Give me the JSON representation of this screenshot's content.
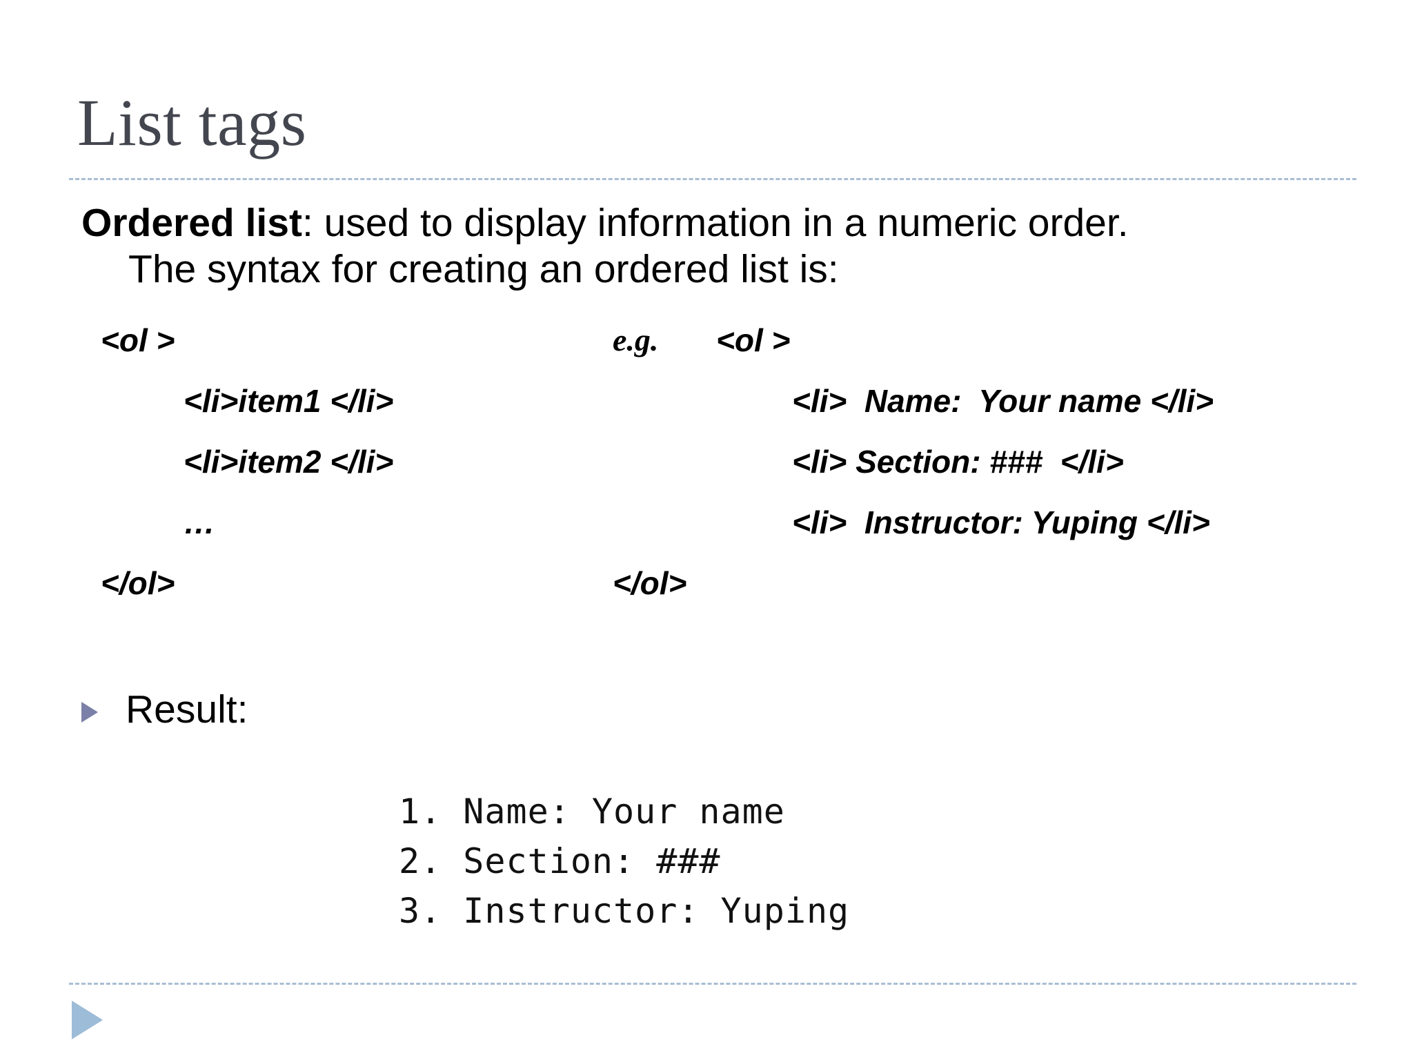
{
  "slide": {
    "title": "List tags",
    "accent_title_color": "#44464f",
    "rule_color": "#a9bed4",
    "bullet_color": "#7b80a8",
    "foot_triangle_color": "#9dbcd8"
  },
  "body": {
    "lead": "Ordered list",
    "lead_rest": ": used to display information in a numeric order.",
    "line2": "The syntax for creating an ordered list is:"
  },
  "code": {
    "eg_label": "e.g.",
    "left": {
      "open": "<ol >",
      "item1": "<li>item1 </li>",
      "item2": "<li>item2 </li>",
      "ellipsis": "…",
      "close": "</ol>"
    },
    "right": {
      "open": "<ol >",
      "item1": "<li>  Name:  Your name </li>",
      "item2": "<li> Section: ###  </li>",
      "item3": "<li>  Instructor: Yuping </li>",
      "close": "</ol>"
    }
  },
  "result": {
    "label": "Result:",
    "bullet_icon": "triangle-right-icon",
    "lines": [
      "1. Name: Your name",
      "2. Section: ###",
      "3. Instructor: Yuping"
    ]
  },
  "footer": {
    "triangle_icon": "triangle-right-icon"
  }
}
